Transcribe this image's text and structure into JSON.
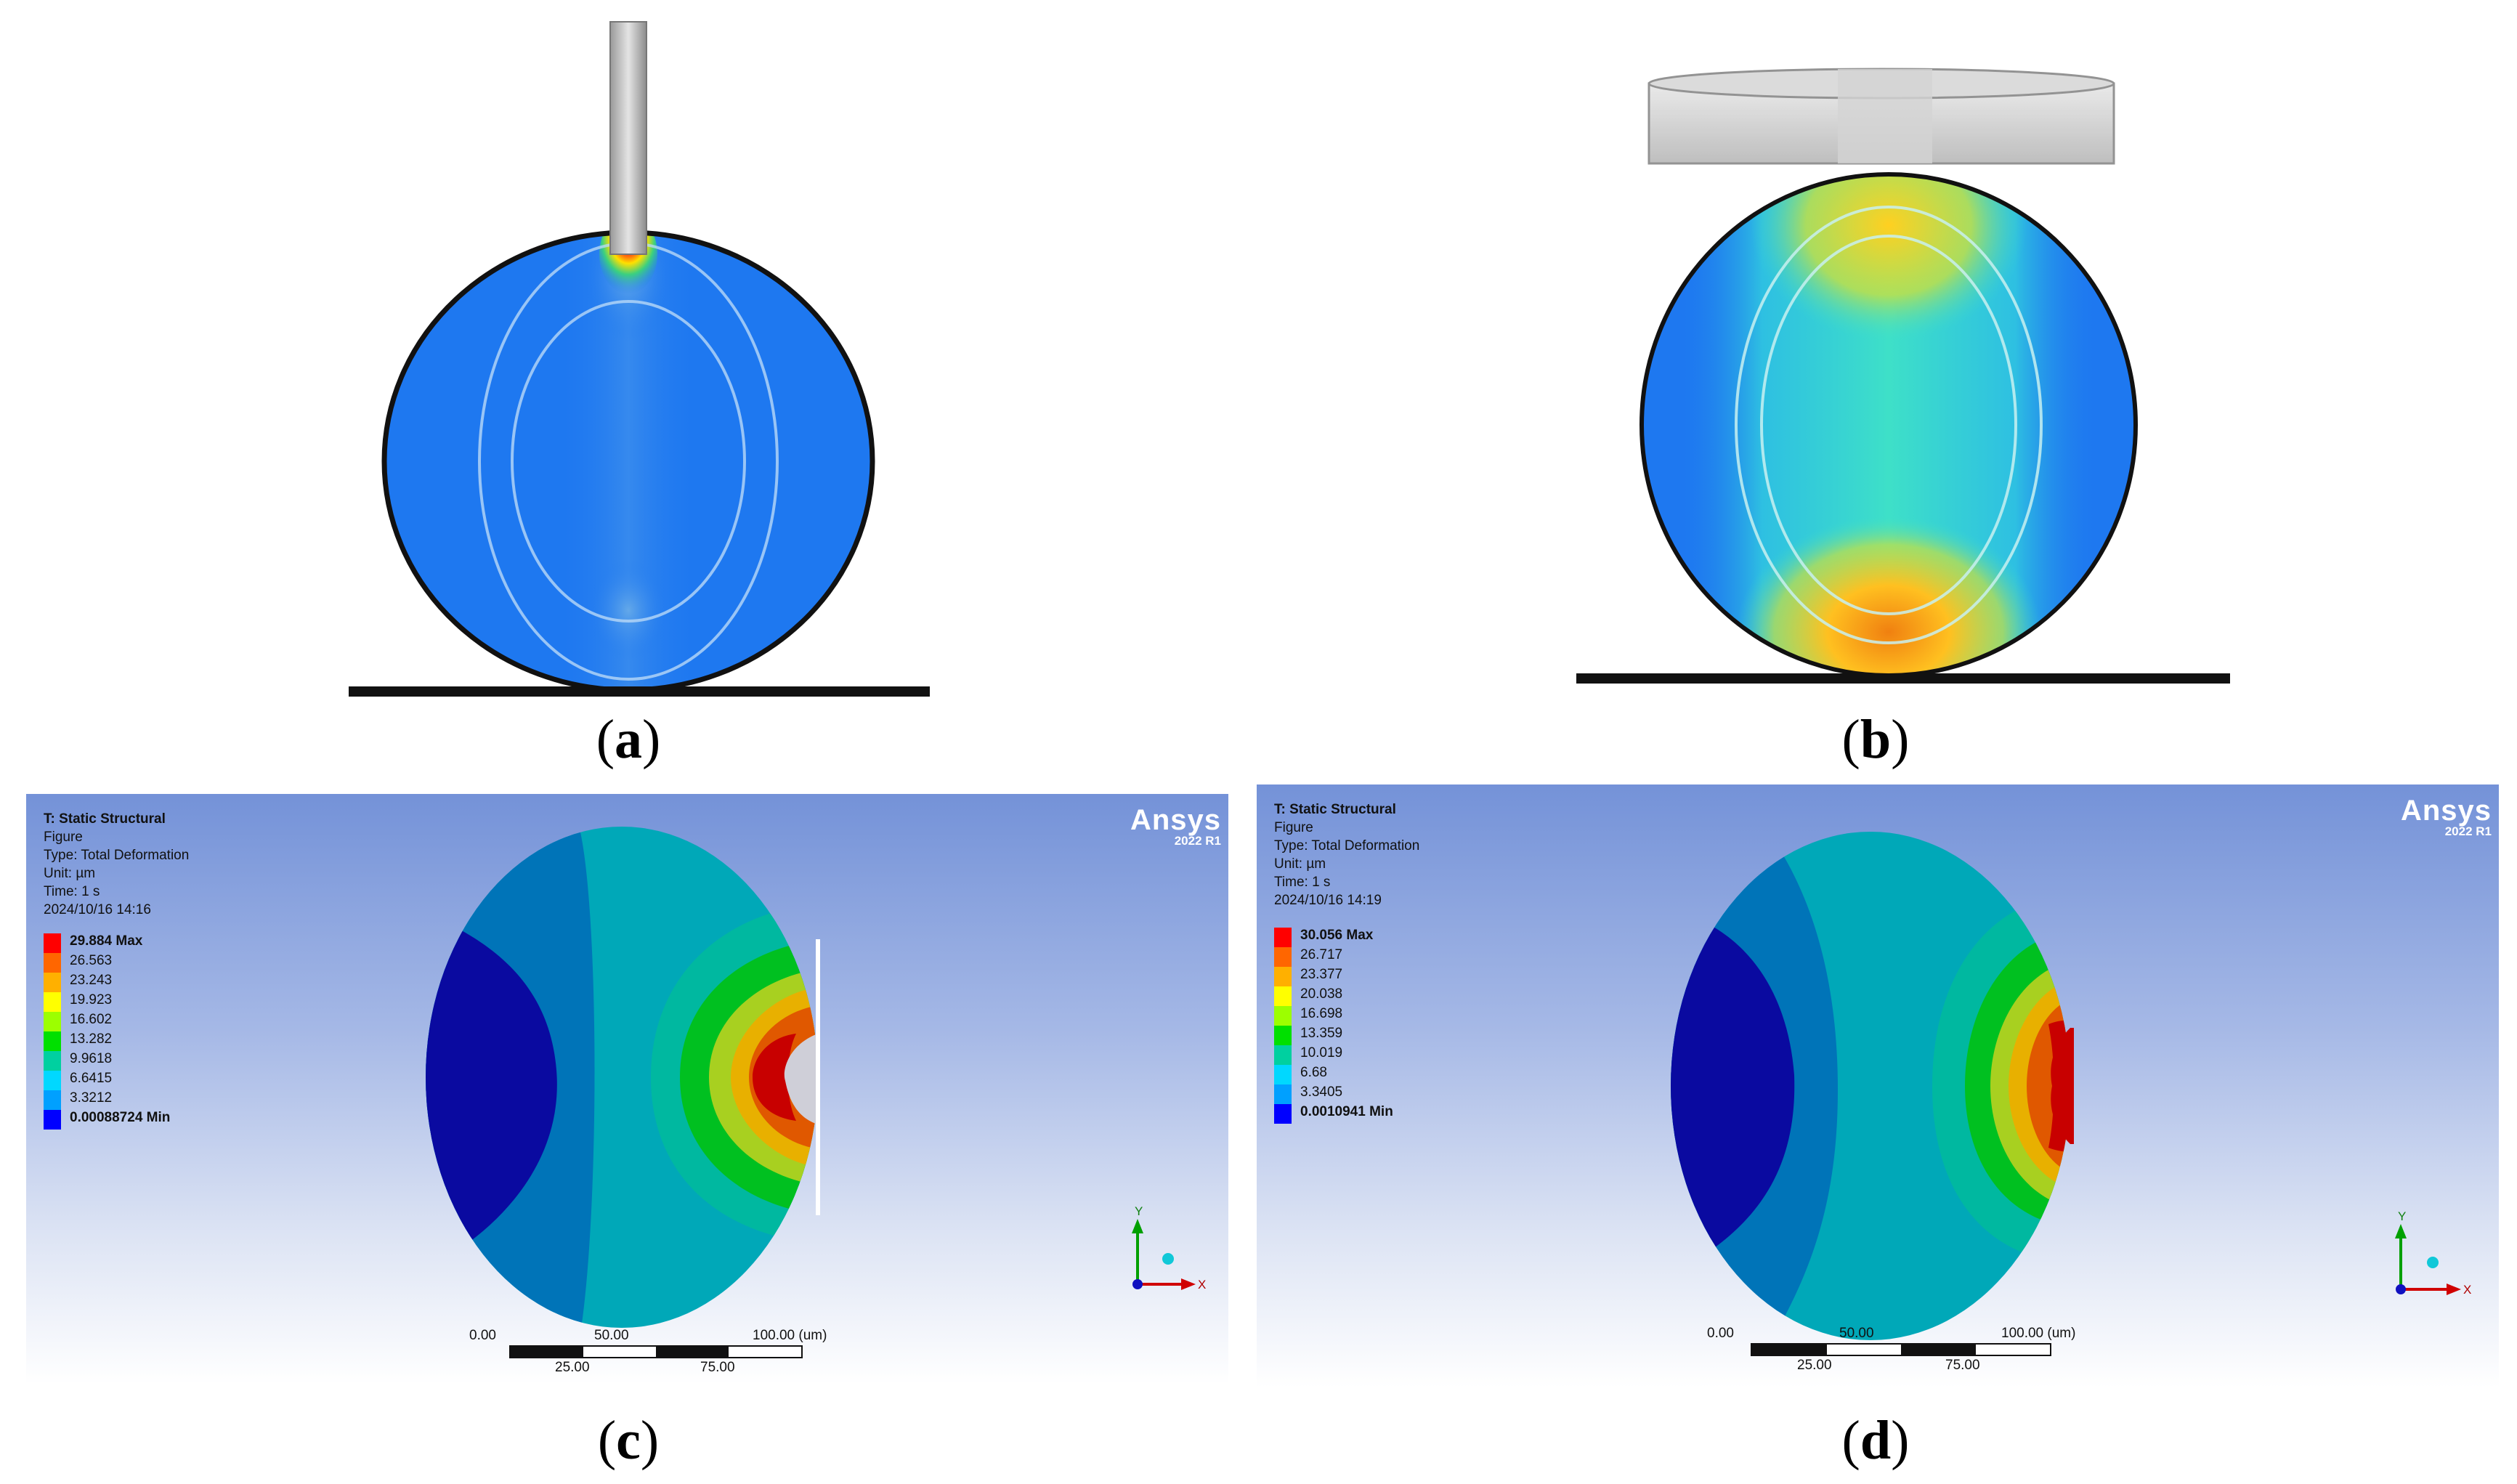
{
  "captions": {
    "a": "a",
    "b": "b",
    "c": "c",
    "d": "d"
  },
  "colors": {
    "sim_blue": "#1e78f0",
    "ansys_bg_top": "#7492d8",
    "legend": [
      "#ff0000",
      "#ff6600",
      "#ffb000",
      "#ffff00",
      "#9cff00",
      "#00e000",
      "#00d0a0",
      "#00d8ff",
      "#00a0ff",
      "#0050e0",
      "#0000ff"
    ]
  },
  "panel_c": {
    "header": "T: Static Structural",
    "figure": "Figure",
    "type": "Type: Total Deformation",
    "unit": "Unit: µm",
    "time": "Time: 1 s",
    "date": "2024/10/16 14:16",
    "brand": "Ansys",
    "version": "2022 R1",
    "legend": [
      "29.884 Max",
      "26.563",
      "23.243",
      "19.923",
      "16.602",
      "13.282",
      "9.9618",
      "6.6415",
      "3.3212",
      "0.00088724 Min"
    ],
    "scale_top": [
      "0.00",
      "50.00",
      "100.00 (um)"
    ],
    "scale_bottom": [
      "25.00",
      "75.00"
    ],
    "axis_y": "Y",
    "axis_x": "X"
  },
  "panel_d": {
    "header": "T: Static Structural",
    "figure": "Figure",
    "type": "Type: Total Deformation",
    "unit": "Unit: µm",
    "time": "Time: 1 s",
    "date": "2024/10/16 14:19",
    "brand": "Ansys",
    "version": "2022 R1",
    "legend": [
      "30.056 Max",
      "26.717",
      "23.377",
      "20.038",
      "16.698",
      "13.359",
      "10.019",
      "6.68",
      "3.3405",
      "0.0010941 Min"
    ],
    "scale_top": [
      "0.00",
      "50.00",
      "100.00 (um)"
    ],
    "scale_bottom": [
      "25.00",
      "75.00"
    ],
    "axis_y": "Y",
    "axis_x": "X"
  }
}
